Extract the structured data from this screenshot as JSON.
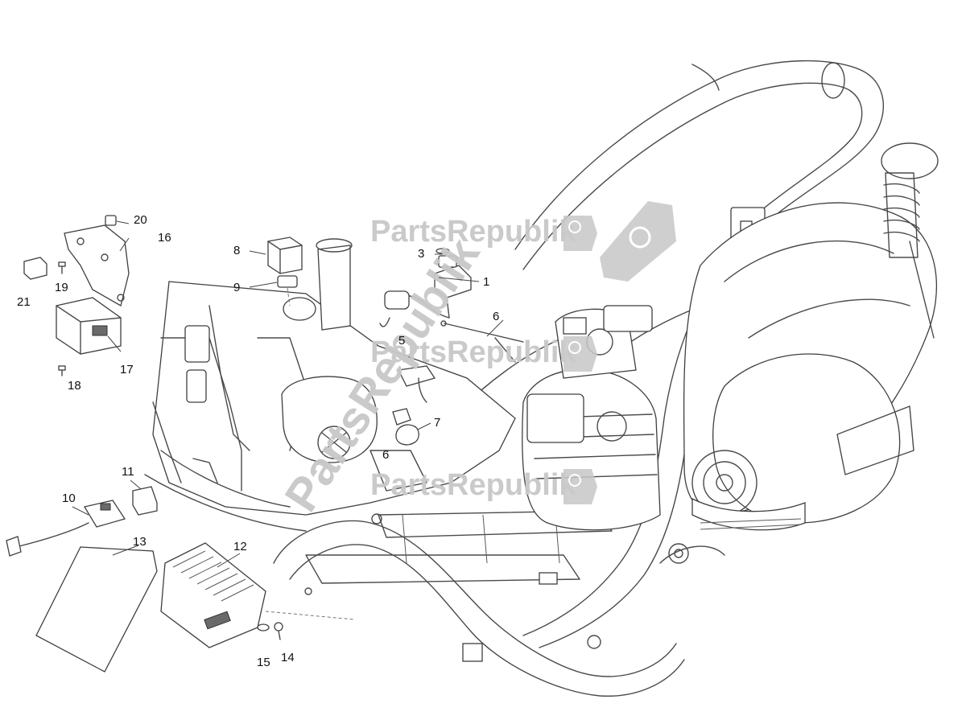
{
  "diagram": {
    "callouts": [
      {
        "label": "1"
      },
      {
        "label": "3"
      },
      {
        "label": "5"
      },
      {
        "label": "6"
      },
      {
        "label": "6"
      },
      {
        "label": "7"
      },
      {
        "label": "8"
      },
      {
        "label": "9"
      },
      {
        "label": "10"
      },
      {
        "label": "11"
      },
      {
        "label": "12"
      },
      {
        "label": "13"
      },
      {
        "label": "14"
      },
      {
        "label": "15"
      },
      {
        "label": "16"
      },
      {
        "label": "17"
      },
      {
        "label": "18"
      },
      {
        "label": "19"
      },
      {
        "label": "20"
      },
      {
        "label": "21"
      }
    ]
  },
  "watermark": {
    "brand": "PartsRepublik",
    "icon": "gear-icon",
    "color": "#c8c8c8"
  }
}
